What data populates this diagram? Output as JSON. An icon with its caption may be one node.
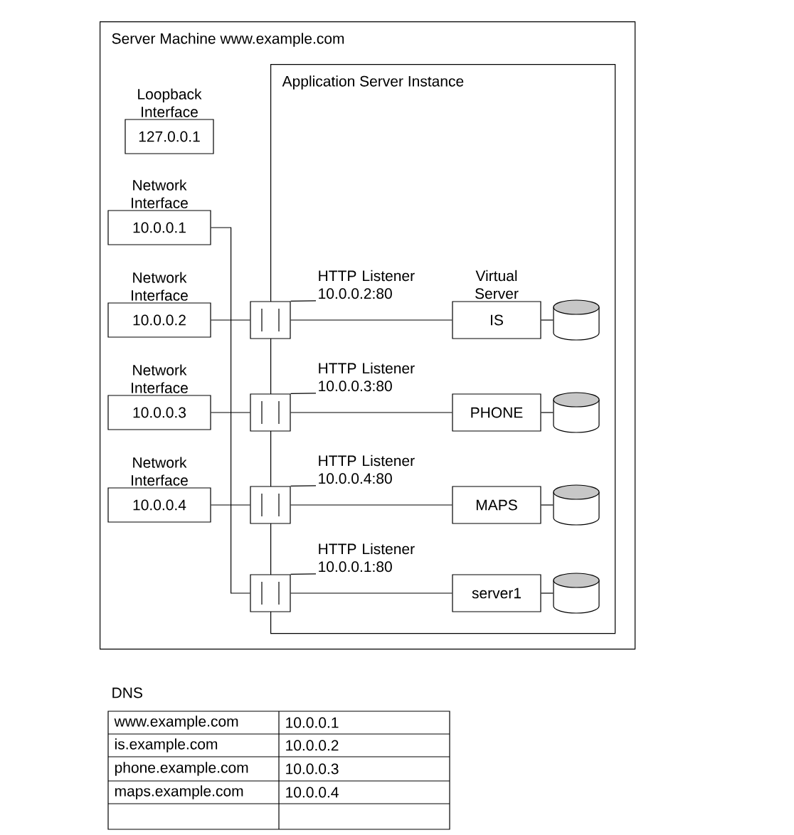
{
  "diagram": {
    "nodes": [
      {
        "text": [
          "Server Machine www.example.com"
        ]
      },
      {
        "text": [
          "Loopback Interface",
          "127.0.0.1"
        ],
        "in": 0
      },
      {
        "text": [
          "Network Interface",
          "10.0.0.1"
        ],
        "in": 0
      },
      {
        "text": [
          "Network Interface",
          "10.0.0.2"
        ],
        "in": 0
      },
      {
        "text": [
          "Network Interface",
          "10.0.0.3"
        ],
        "in": 0
      },
      {
        "text": [
          "Network Interface",
          "10.0.0.4"
        ],
        "in": 0
      },
      {
        "text": [
          "Application Server Instance"
        ],
        "in": 0
      },
      {
        "text": [
          "HTTP Listener 10.0.0.2:80"
        ],
        "in": 6
      },
      {
        "text": [],
        "shape": "box",
        "in": 0
      },
      {
        "text": [
          "IS"
        ],
        "in": 6
      },
      {
        "text": [],
        "shape": "cylinder",
        "in": 6
      },
      {
        "text": [
          "HTTP Listener 10.0.0.3:80"
        ],
        "in": 6
      },
      {
        "text": [],
        "shape": "box",
        "in": 0
      },
      {
        "text": [
          "PHONE"
        ],
        "in": 6
      },
      {
        "text": [],
        "shape": "cylinder",
        "in": 6
      },
      {
        "text": [
          "HTTP Listener 10.0.0.4:80"
        ],
        "in": 6
      },
      {
        "text": [],
        "shape": "box",
        "in": 0
      },
      {
        "text": [
          "MAPS"
        ],
        "in": 6
      },
      {
        "text": [],
        "shape": "cylinder",
        "in": 6
      },
      {
        "text": [
          "HTTP Listener 10.0.0.1:80"
        ],
        "in": 6
      },
      {
        "text": [],
        "shape": "box",
        "in": 0
      },
      {
        "text": [
          "server1"
        ],
        "in": 6
      },
      {
        "text": [],
        "shape": "cylinder",
        "in": 6
      }
    ],
    "edges": [
      {
        "from": 3,
        "to": 8,
        "arrow": "none"
      },
      {
        "from": 4,
        "to": 12,
        "arrow": "none"
      },
      {
        "from": 5,
        "to": 16,
        "arrow": "none"
      },
      {
        "from": 2,
        "to": 20,
        "arrow": "none"
      },
      {
        "from": 8,
        "to": 9,
        "arrow": "none"
      },
      {
        "from": 12,
        "to": 13,
        "arrow": "none"
      },
      {
        "from": 16,
        "to": 17,
        "arrow": "none"
      },
      {
        "from": 20,
        "to": 21,
        "arrow": "none"
      },
      {
        "from": 9,
        "to": 10,
        "arrow": "none"
      },
      {
        "from": 13,
        "to": 14,
        "arrow": "none"
      },
      {
        "from": 17,
        "to": 18,
        "arrow": "none"
      },
      {
        "from": 21,
        "to": 22,
        "arrow": "none"
      },
      {
        "from": 7,
        "to": 8,
        "arrow": "none"
      },
      {
        "from": 11,
        "to": 12,
        "arrow": "none"
      },
      {
        "from": 15,
        "to": 16,
        "arrow": "none"
      },
      {
        "from": 19,
        "to": 20,
        "arrow": "none"
      }
    ],
    "labels": [
      "Virtual Server",
      "DNS",
      "www.example.com",
      "10.0.0.1",
      "is.example.com",
      "10.0.0.2",
      "phone.example.com",
      "10.0.0.3",
      "maps.example.com",
      "10.0.0.4"
    ]
  }
}
